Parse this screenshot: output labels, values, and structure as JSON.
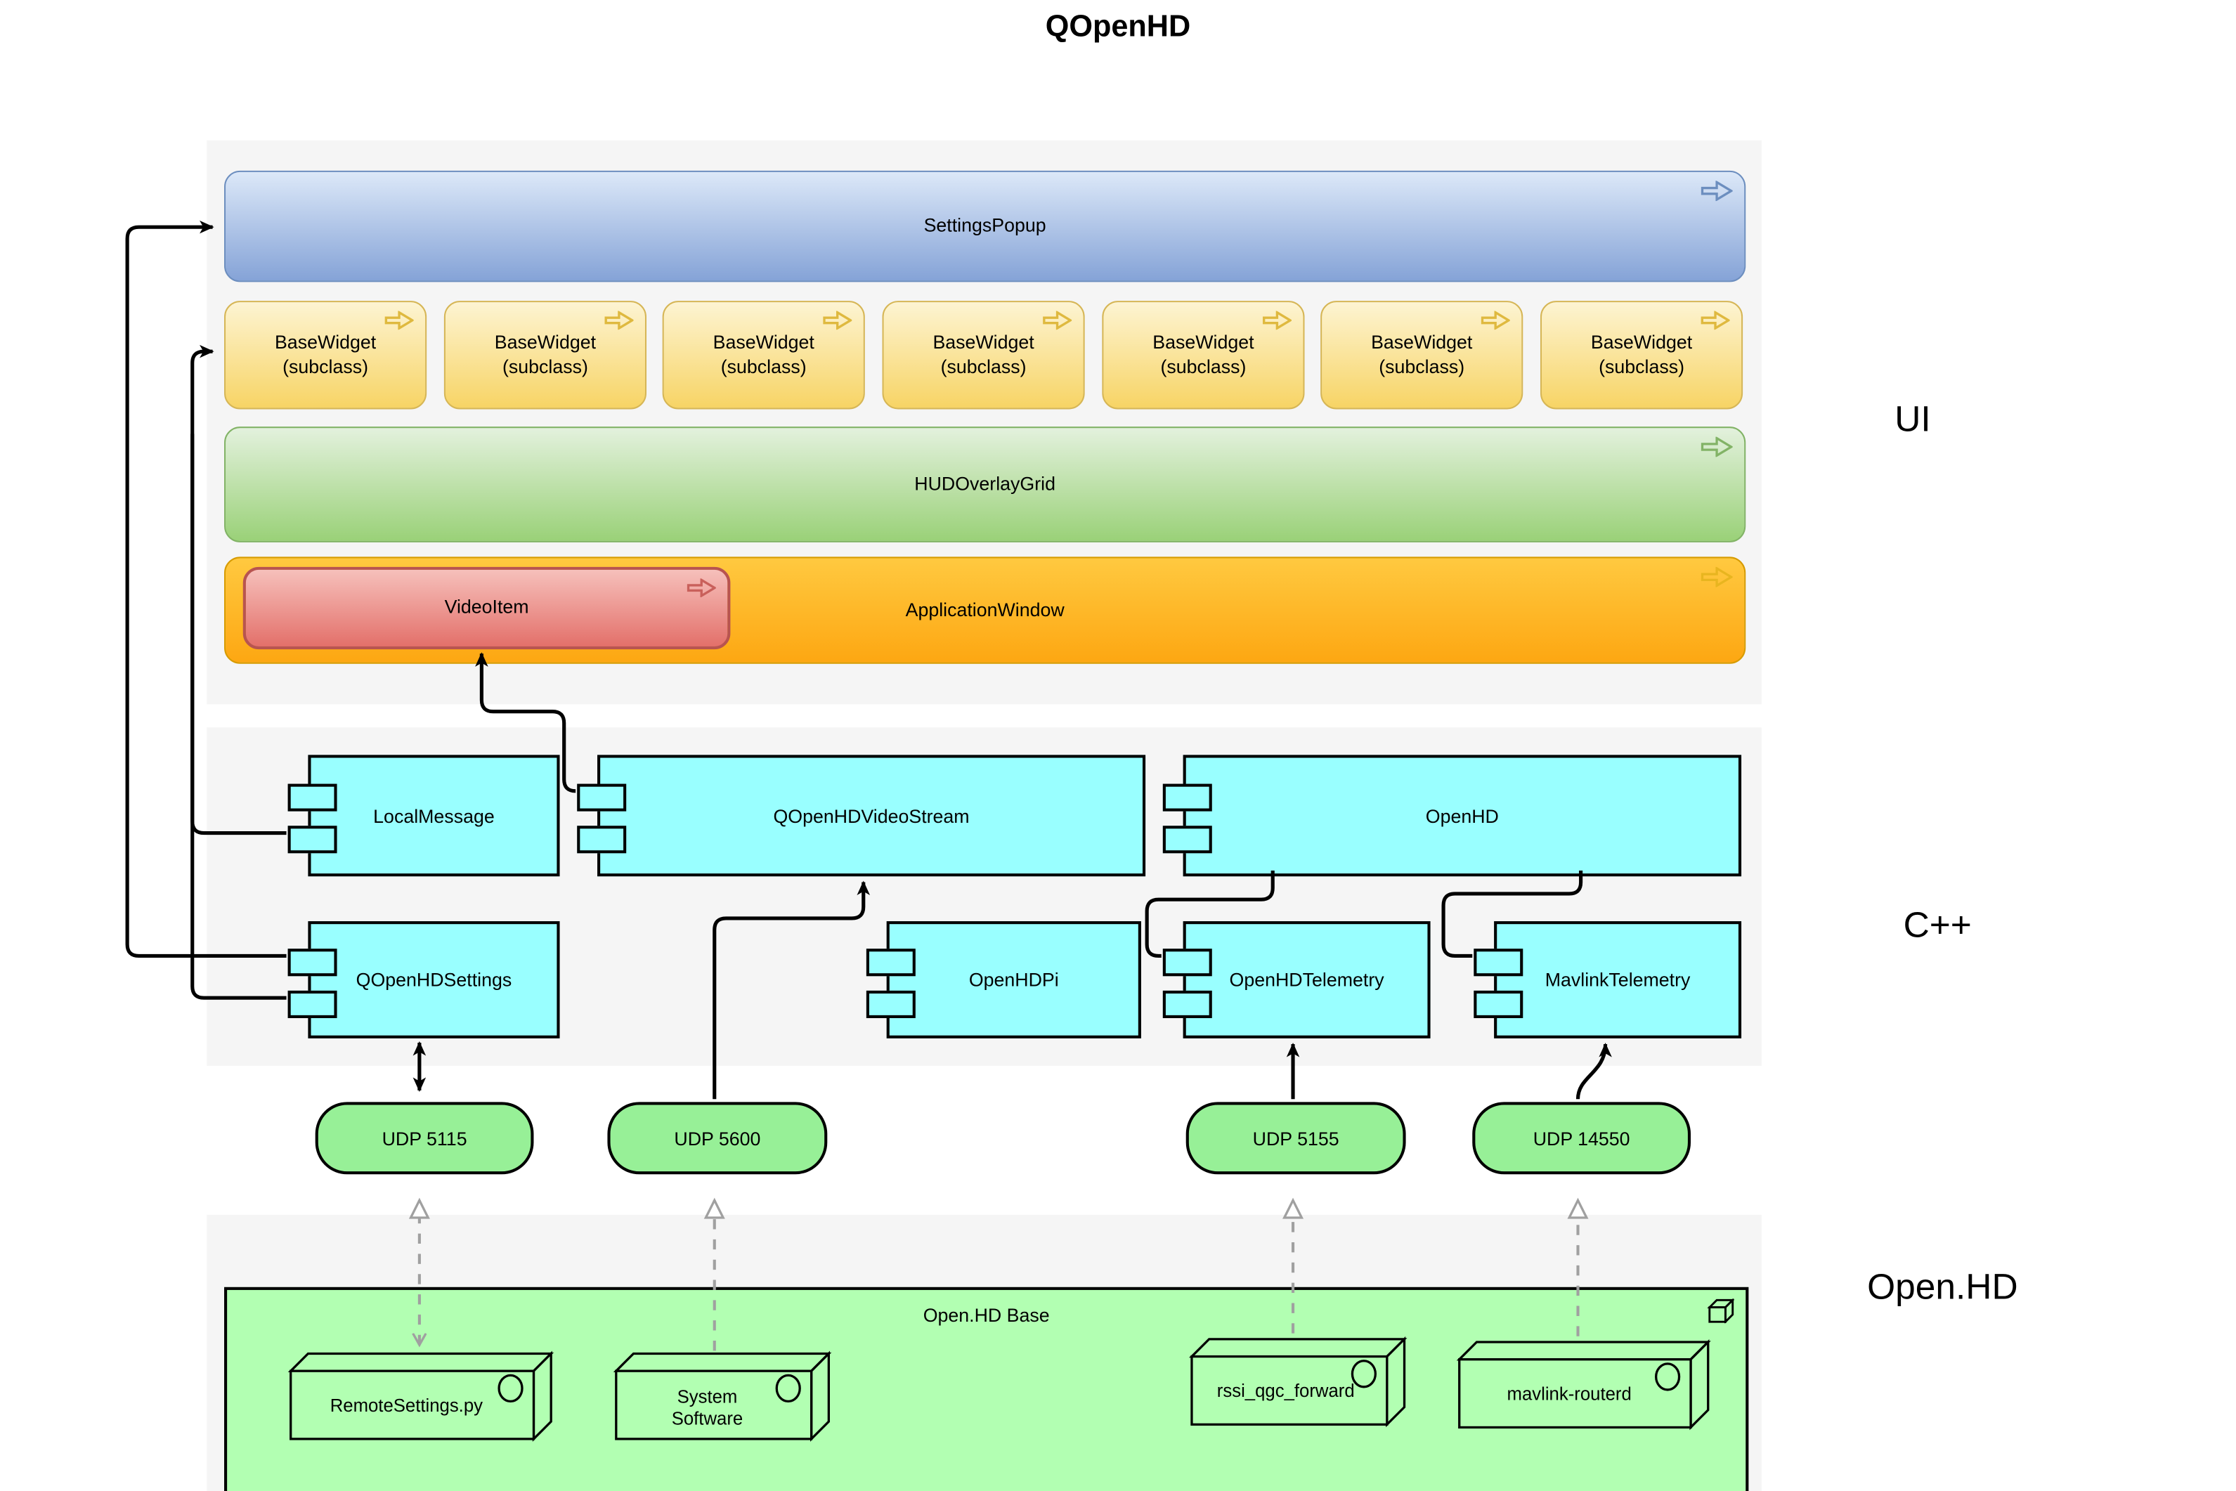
{
  "title": "QOpenHD",
  "section_labels": {
    "ui": "UI",
    "cpp": "C++",
    "openhd": "Open.HD"
  },
  "ui": {
    "settings_popup": "SettingsPopup",
    "base_widget": {
      "line1": "BaseWidget",
      "line2": "(subclass)"
    },
    "hud_overlay_grid": "HUDOverlayGrid",
    "application_window": "ApplicationWindow",
    "video_item": "VideoItem"
  },
  "cpp": {
    "local_message": "LocalMessage",
    "qopenhd_video_stream": "QOpenHDVideoStream",
    "openhd": "OpenHD",
    "qopenhd_settings": "QOpenHDSettings",
    "openhd_pi": "OpenHDPi",
    "openhd_telemetry": "OpenHDTelemetry",
    "mavlink_telemetry": "MavlinkTelemetry"
  },
  "udp_ports": {
    "udp_5115": "UDP 5115",
    "udp_5600": "UDP 5600",
    "udp_5155": "UDP 5155",
    "udp_14550": "UDP 14550"
  },
  "openhd_base": {
    "label": "Open.HD Base",
    "remote_settings": "RemoteSettings.py",
    "system_software": {
      "line1": "System",
      "line2": "Software"
    },
    "rssi_qgc_forward": "rssi_qgc_forward",
    "mavlink_routerd": "mavlink-routerd"
  },
  "colors": {
    "settings_popup_fill": "#85a3d7",
    "settings_popup_border": "#6c8ebf",
    "base_widget_fill": "#f7d465",
    "base_widget_border": "#d6b656",
    "hud_fill": "#9ad178",
    "hud_border": "#82b366",
    "application_window_fill": "#fda712",
    "application_window_border": "#d79b00",
    "video_item_fill": "#e3706a",
    "video_item_border": "#b85450",
    "component_fill": "#99ffff",
    "udp_pill_fill": "#97f097",
    "openhd_base_fill": "#b2ffb2",
    "section_bg": "#f5f5f5",
    "connector_black": "#000000",
    "connector_dashed_gray": "#a0a0a0"
  }
}
